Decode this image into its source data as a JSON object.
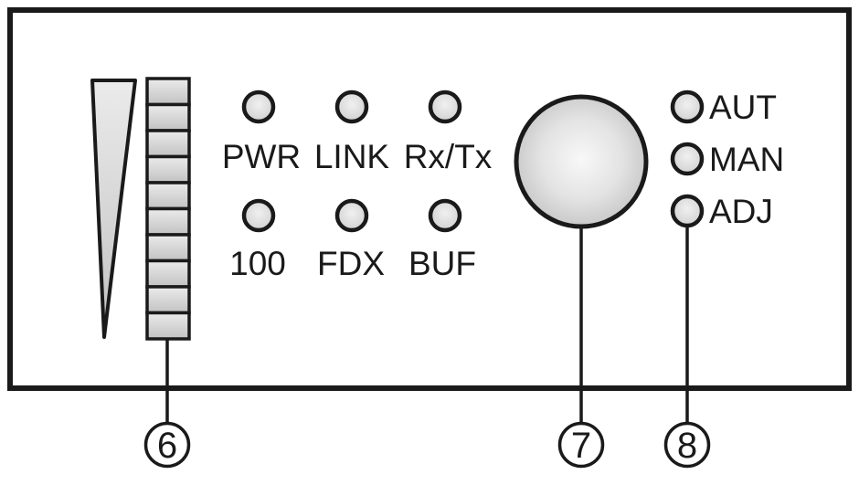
{
  "diagram": {
    "leds": {
      "row1": [
        "PWR",
        "LINK",
        "Rx/Tx"
      ],
      "row2": [
        "100",
        "FDX",
        "BUF"
      ]
    },
    "mode_leds": [
      "AUT",
      "MAN",
      "ADJ"
    ],
    "callouts": [
      "6",
      "7",
      "8"
    ]
  },
  "colors": {
    "outline": "#1a1a1a",
    "fill_light": "#d9d9d9",
    "background": "#ffffff"
  }
}
